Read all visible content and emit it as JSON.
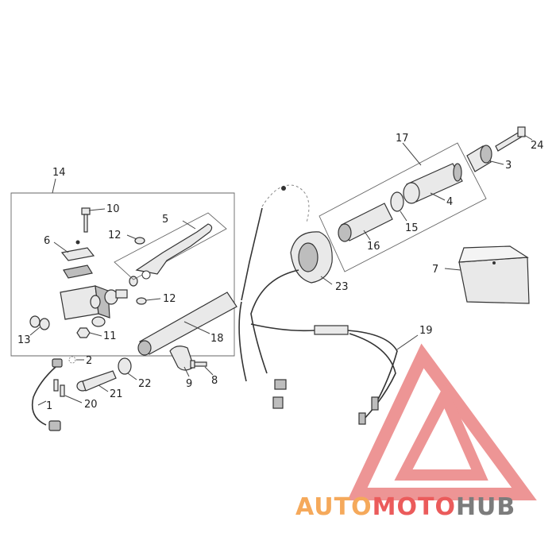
{
  "diagram": {
    "callouts": {
      "c1": "1",
      "c2": "2",
      "c3": "3",
      "c4": "4",
      "c5": "5",
      "c6": "6",
      "c7": "7",
      "c8": "8",
      "c9": "9",
      "c10": "10",
      "c11": "11",
      "c12a": "12",
      "c12b": "12",
      "c13": "13",
      "c14": "14",
      "c15": "15",
      "c16": "16",
      "c17": "17",
      "c18": "18",
      "c19": "19",
      "c20": "20",
      "c21": "21",
      "c22": "22",
      "c23": "23",
      "c24": "24"
    }
  },
  "watermark": {
    "brand_part1": "AUTO",
    "brand_part2": "MOTO",
    "brand_part3": "HUB",
    "colors": {
      "orange": "#f5a04a",
      "red": "#e94a4a",
      "gray": "#6e6e6e",
      "triangle": "#ec8a8a"
    }
  }
}
